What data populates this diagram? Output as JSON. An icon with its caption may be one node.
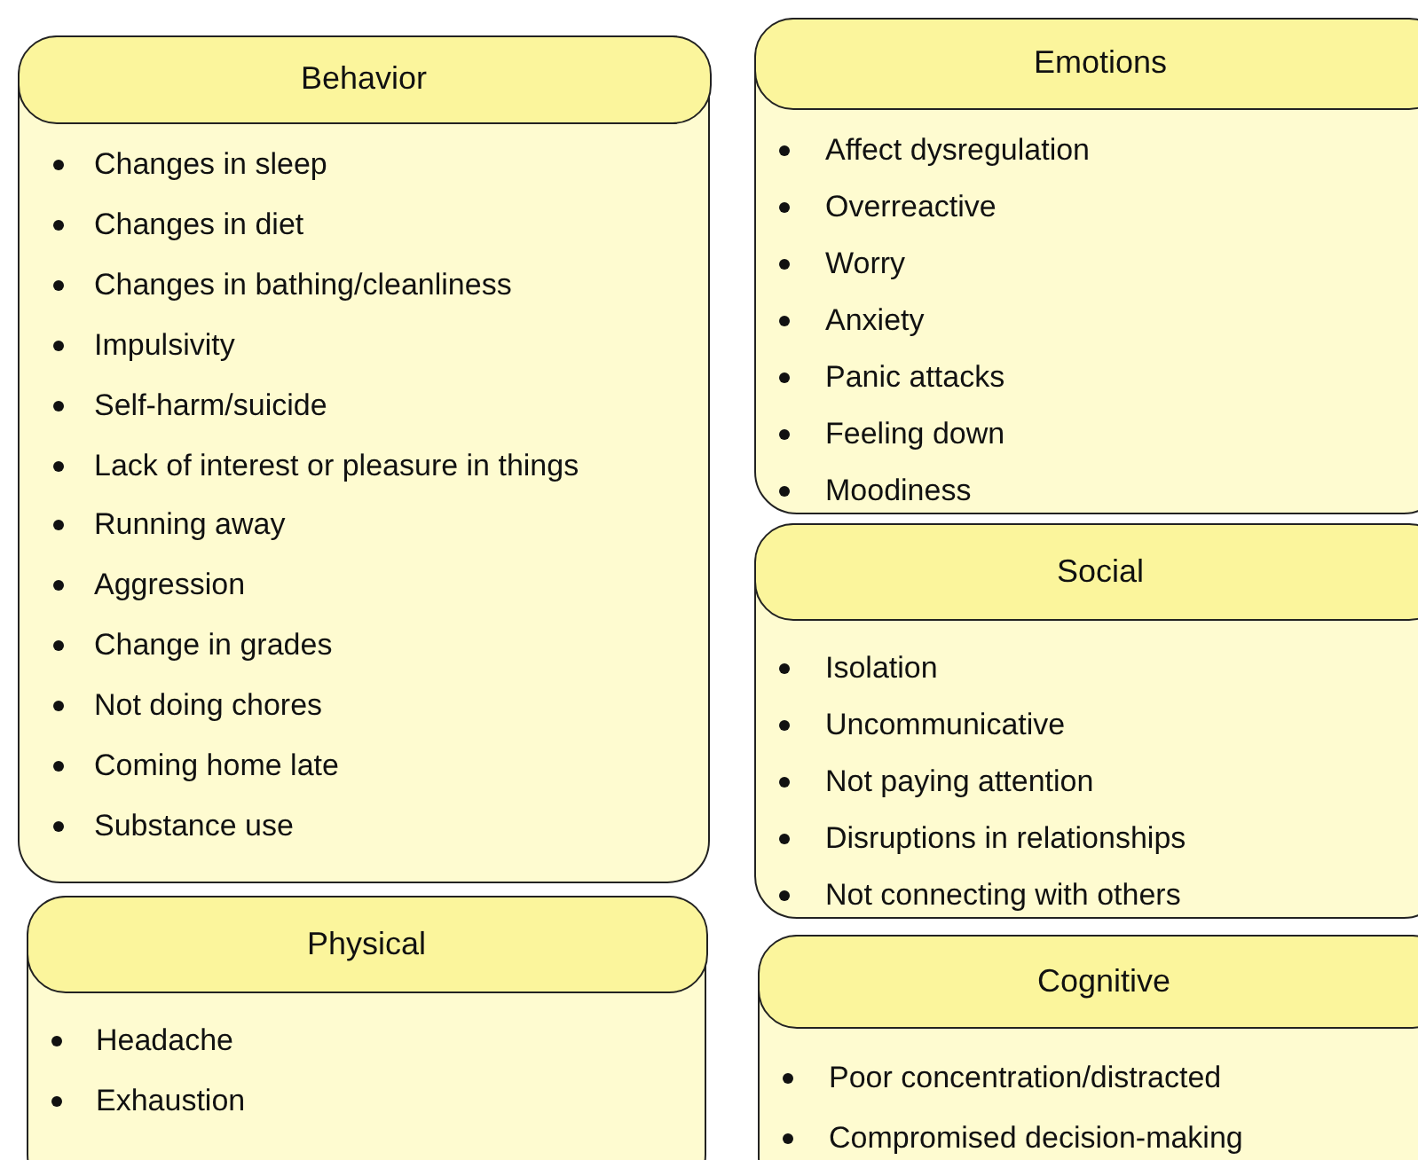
{
  "diagram": {
    "nodes": [
      {
        "text": [
          "Behavior",
          "Changes in sleep",
          "Changes in diet",
          "Changes in bathing/cleanliness",
          "Impulsivity",
          "Self-harm/suicide",
          "Lack of interest or pleasure in things",
          "Running away",
          "Aggression",
          "Change in grades",
          "Not doing chores",
          "Coming home late",
          "Substance use"
        ]
      },
      {
        "text": [
          "Emotions",
          "Affect dysregulation",
          "Overreactive",
          "Worry",
          "Anxiety",
          "Panic attacks",
          "Feeling down",
          "Moodiness"
        ]
      },
      {
        "text": [
          "Social",
          "Isolation",
          "Uncommunicative",
          "Not paying attention",
          "Disruptions in relationships",
          "Not connecting with others"
        ]
      },
      {
        "text": [
          "Physical",
          "Headache",
          "Exhaustion"
        ]
      },
      {
        "text": [
          "Cognitive",
          "Poor concentration/distracted",
          "Compromised decision-making"
        ]
      }
    ],
    "edges": []
  }
}
